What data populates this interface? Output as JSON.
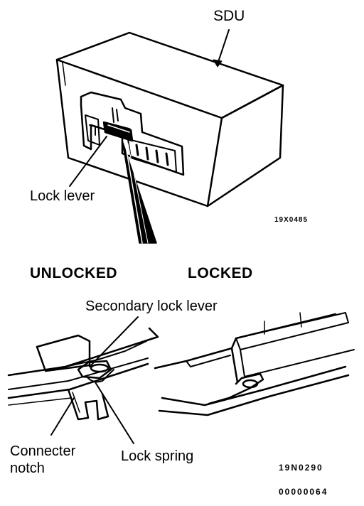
{
  "labels": {
    "sdu": "SDU",
    "lock_lever": "Lock lever",
    "code_top": "19X0485",
    "unlocked": "UNLOCKED",
    "locked": "LOCKED",
    "secondary_lock_lever": "Secondary lock lever",
    "connecter_notch_line1": "Connecter",
    "connecter_notch_line2": "notch",
    "lock_spring": "Lock spring",
    "code_bottom": "19N0290",
    "doc_number": "00000064"
  }
}
